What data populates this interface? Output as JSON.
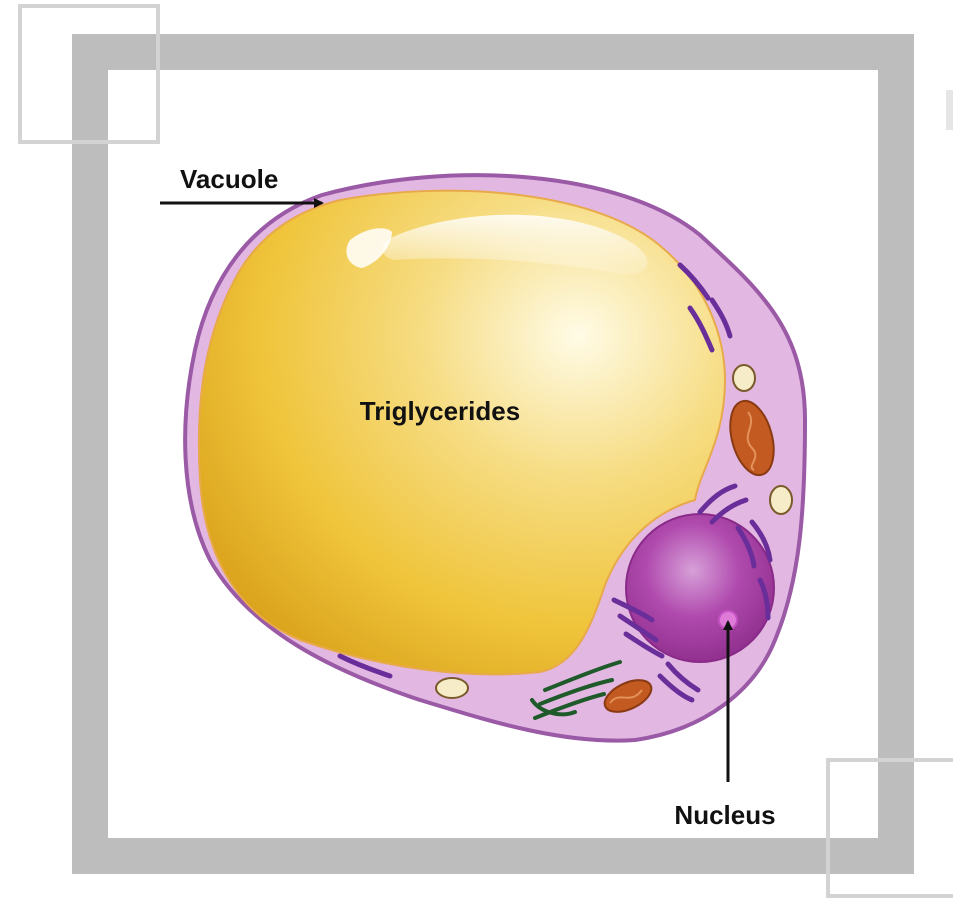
{
  "labels": {
    "vacuole": "Vacuole",
    "triglycerides": "Triglycerides",
    "nucleus": "Nucleus"
  },
  "colors": {
    "frame": "#bdbdbd",
    "corner_square": "#d3d3d3",
    "cytoplasm": "#e2b8e2",
    "membrane": "#9a5aa6",
    "lipid_core": "#efc233",
    "nucleus": "#a23e9f",
    "mitochondria": "#b4521e",
    "endoplasmic_reticulum": "#6a2e9a",
    "golgi": "#1f5a2a",
    "vesicle": "#f6ecc8"
  },
  "icons": [
    "frame",
    "corner-square",
    "pointer-arrow"
  ]
}
